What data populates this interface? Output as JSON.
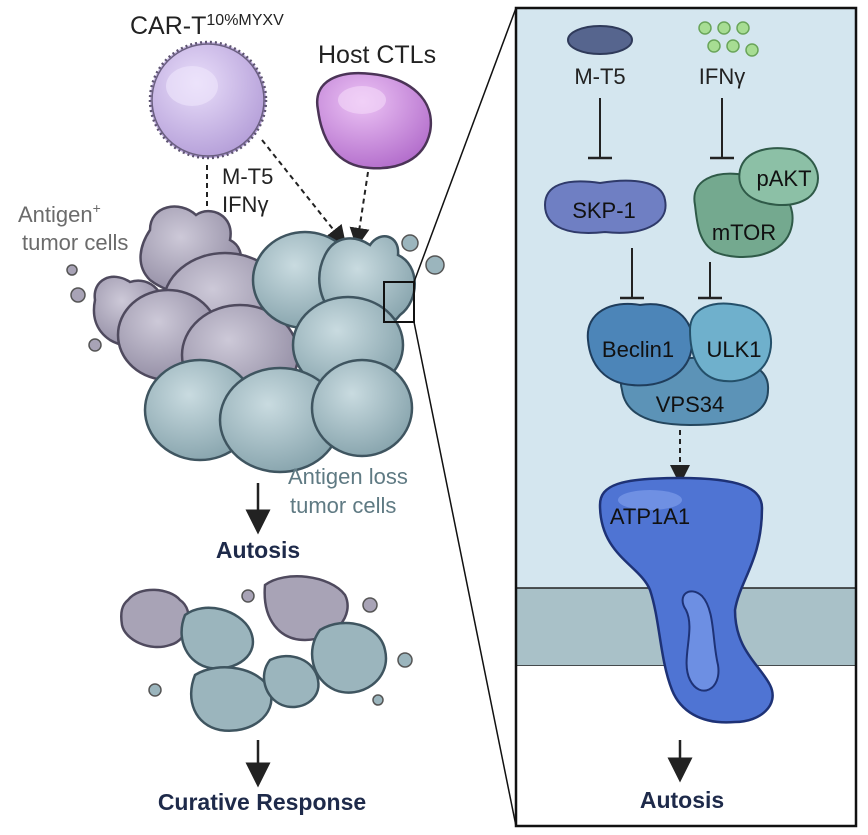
{
  "left": {
    "car_t_label": "CAR-T",
    "car_t_sup": "10%MYXV",
    "host_ctl_label": "Host CTLs",
    "mt5_label": "M-T5",
    "ifng_label": "IFNγ",
    "antigen_pos_line1": "Antigen",
    "antigen_pos_sup": "+",
    "antigen_pos_line2": "tumor cells",
    "antigen_loss_line1": "Antigen loss",
    "antigen_loss_line2": "tumor cells",
    "autosis_label": "Autosis",
    "curative_label": "Curative Response"
  },
  "right": {
    "mt5_label": "M-T5",
    "ifng_label": "IFNγ",
    "skp1_label": "SKP-1",
    "pakt_label": "pAKT",
    "mtor_label": "mTOR",
    "beclin1_label": "Beclin1",
    "ulk1_label": "ULK1",
    "vps34_label": "VPS34",
    "atp1a1_label": "ATP1A1",
    "autosis_label": "Autosis"
  },
  "colors": {
    "panel_bg": "#d4e6ef",
    "membrane": "#a9c1c8",
    "car_t": "#c9b6e6",
    "host_ctl": "#c88fdc",
    "tumor_pos": "#a8a3b6",
    "tumor_loss": "#9bb5bd",
    "skp1": "#6f7fc3",
    "mtor": "#74a98f",
    "beclin": "#4c85b8",
    "ulk1": "#6fb0cc",
    "atp1a1": "#4f74d3",
    "ifng_dot": "#a7dd93"
  }
}
